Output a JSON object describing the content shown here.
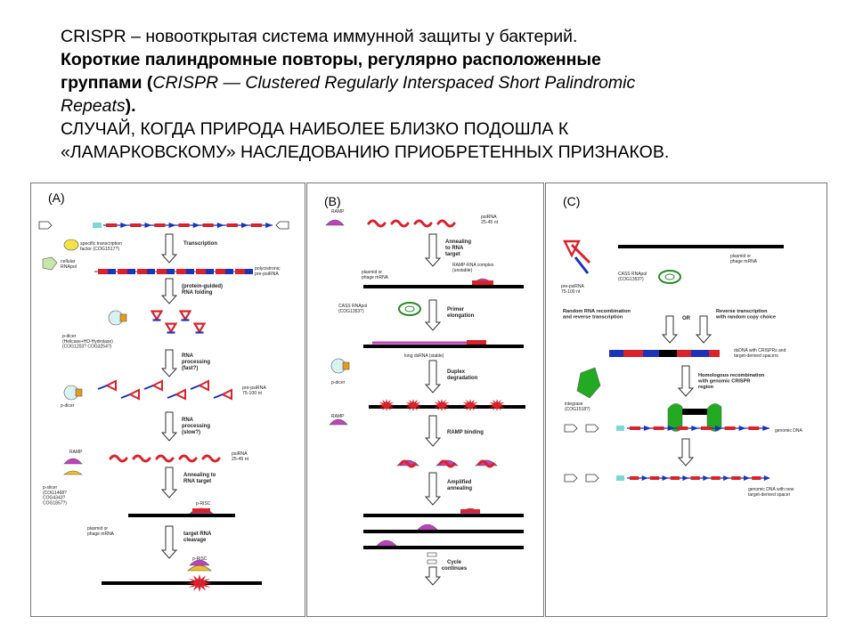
{
  "header": {
    "line1": "CRISPR – новооткрытая система иммунной защиты у бактерий.",
    "line2_bold": "Короткие палиндромные повторы, регулярно расположенные",
    "line3_a": "группами (",
    "line3_italic": "CRISPR — Clustered Regularly Interspaced Short Palindromic",
    "line3_italic2": "Repeats",
    "line3_b": ").",
    "line4": "СЛУЧАЙ, КОГДА ПРИРОДА НАИБОЛЕЕ БЛИЗКО ПОДОШЛА К",
    "line5": "«ЛАМАРКОВСКОМУ» НАСЛЕДОВАНИЮ ПРИОБРЕТЕННЫХ ПРИЗНАКОВ."
  },
  "colors": {
    "repeat": "#d9222a",
    "spacer": "#1a33b8",
    "leader": "#7fd6d6",
    "dna": "#000000",
    "ramp": "#c040c0",
    "dicer": "#e89a1a",
    "ring": "#2a8a2a",
    "integrase": "#22aa22"
  },
  "panelA": {
    "label": "(A)",
    "factor": "specific transcription factor (COG1517?)",
    "rnapol": "cellular RNApol",
    "step1": "Transcription",
    "precursor": "polycistronic pre-psiRNA",
    "step2": "(protein-guided) RNA folding",
    "dicer1": "p-dicer (Helicase+HD-Hydrolase) (COG1203? COG3254?)",
    "step3": "RNA processing (fast?)",
    "dicer2": "p-dicer",
    "prepsi": "pre-psiRNA 75-100 nt",
    "step4": "RNA processing (slow?)",
    "psirna": "psiRNA 25-45 nt",
    "ramp": "RAMP",
    "slicer": "p-slicer (COG1468? COG4343? COG1857?)",
    "step5": "Annealing to RNA target",
    "risc": "p-RISC",
    "target": "plasmid or phage mRNA",
    "step6": "target RNA cleavage",
    "risc2": "p-RISC"
  },
  "panelB": {
    "label": "(B)",
    "ramp": "RAMP",
    "psirna": "psiRNA 25-45 nt",
    "step1": "Annealing to RNA target",
    "target": "plasmid or phage mRNA",
    "complex": "RAMP-RNA complex (unstable)",
    "cass": "CASS RNApol (COG1353?)",
    "step2": "Primer elongation",
    "dsrna": "long dsRNA (stable)",
    "dicer": "p-dicer",
    "step3": "Duplex degradation",
    "ramp2": "RAMP",
    "step4": "RAMP binding",
    "step5": "Amplified annealing",
    "step6": "Cycle continues"
  },
  "panelC": {
    "label": "(C)",
    "prepsi": "pre-psiRNA 75-100 nt",
    "target": "plasmid or phage mRNA",
    "cass": "CASS RNApol (COG1353?)",
    "path1": "Random RNA recombination and reverse transcription",
    "or": "OR",
    "path2": "Reverse transcription with random copy choice",
    "dsdna": "dsDNA with CRISPRs and target-derived spacers",
    "integrase": "integrase (COG1518?)",
    "step": "Homologous recombination with genomic CRISPR region",
    "genomic": "genomic DNA",
    "genomic2": "genomic DNA with new target-derived spacer"
  }
}
